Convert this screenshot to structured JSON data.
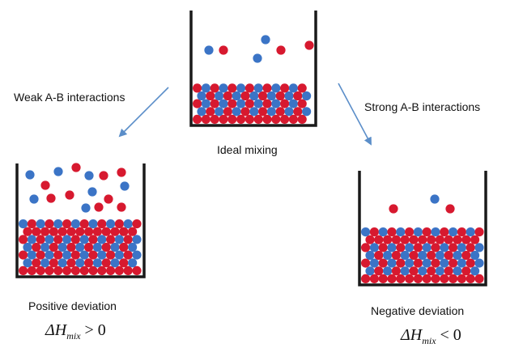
{
  "colors": {
    "particle_a": "#d7192f",
    "particle_b": "#3b74c6",
    "arrow": "#5b8ec9",
    "beaker": "#1a1a1a"
  },
  "center": {
    "caption": "Ideal mixing"
  },
  "left": {
    "arrow_label": "Weak A-B interactions",
    "caption": "Positive deviation",
    "equation": {
      "delta": "ΔH",
      "sub": "mix",
      "rel": "> 0"
    }
  },
  "right": {
    "arrow_label": "Strong A-B interactions",
    "caption": "Negative deviation",
    "equation": {
      "delta": "ΔH",
      "sub": "mix",
      "rel": "< 0"
    }
  }
}
